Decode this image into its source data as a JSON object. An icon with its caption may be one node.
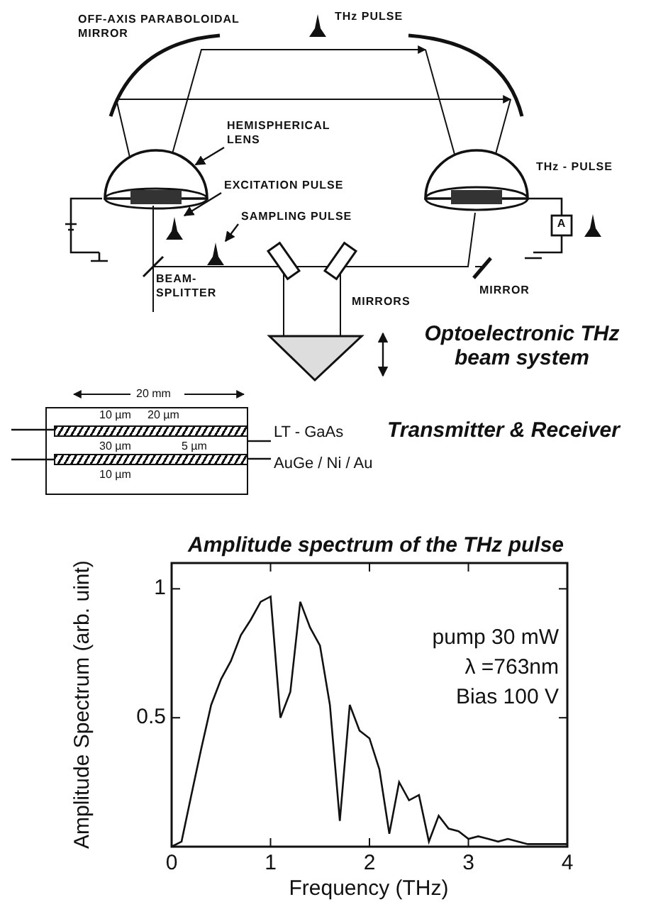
{
  "diagram": {
    "nodes": [
      {
        "text": [
          "HEMISPHERICAL LENS"
        ]
      },
      {
        "text": [],
        "shape": "dome"
      },
      {
        "text": [
          "EXCITATION PULSE"
        ]
      },
      {
        "text": [],
        "shape": "pulse"
      },
      {
        "text": [
          "SAMPLING PULSE"
        ]
      },
      {
        "text": [],
        "shape": "pulse"
      },
      {
        "text": [
          "LT - GaAs"
        ]
      },
      {
        "text": [],
        "shape": "box"
      },
      {
        "text": [
          "AuGe / Ni / Au"
        ]
      },
      {
        "text": [],
        "shape": "bar",
        "in": 7
      }
    ],
    "edges": [
      {
        "from": 0,
        "to": 1,
        "arrow": "to"
      },
      {
        "from": 2,
        "to": 3,
        "arrow": "to"
      },
      {
        "from": 4,
        "to": 5,
        "arrow": "to"
      },
      {
        "from": 6,
        "to": 7,
        "arrow": "none"
      },
      {
        "from": 8,
        "to": 9,
        "arrow": "none"
      }
    ],
    "labels": [
      "OFF-AXIS PARABOLOIDAL MIRROR",
      "THz PULSE",
      "THz - PULSE",
      "A",
      "BEAM-SPLITTER",
      "MIRRORS",
      "MIRROR",
      "Optoelectronic THz beam system",
      "20 mm",
      "10 µm",
      "20 µm",
      "30 µm",
      "5 µm",
      "10 µm",
      "Transmitter & Receiver"
    ],
    "chart_data": {
      "type": "line",
      "title": "Amplitude spectrum of the THz pulse",
      "xlabel": "Frequency (THz)",
      "ylabel": "Amplitude Spectrum (arb. uint)",
      "x": [
        0,
        0.1,
        0.2,
        0.3,
        0.4,
        0.5,
        0.6,
        0.7,
        0.8,
        0.9,
        1,
        1.1,
        1.2,
        1.3,
        1.4,
        1.5,
        1.6,
        1.7,
        1.8,
        1.9,
        2,
        2.1,
        2.2,
        2.3,
        2.4,
        2.5,
        2.6,
        2.7,
        2.8,
        2.9,
        3,
        3.1,
        3.2,
        3.3,
        3.4,
        3.5,
        3.6,
        3.7,
        3.8,
        3.9,
        4
      ],
      "series": [
        {
          "values": [
            0,
            0.02,
            0.2,
            0.38,
            0.55,
            0.65,
            0.72,
            0.82,
            0.88,
            0.95,
            0.97,
            0.5,
            0.6,
            0.95,
            0.85,
            0.78,
            0.55,
            0.1,
            0.55,
            0.45,
            0.42,
            0.3,
            0.05,
            0.25,
            0.18,
            0.2,
            0.02,
            0.12,
            0.07,
            0.06,
            0.03,
            0.04,
            0.03,
            0.02,
            0.03,
            0.02,
            0.01,
            0.01,
            0.01,
            0.01,
            0.01
          ]
        }
      ],
      "xlim": [
        0,
        4
      ],
      "ylim": [
        0,
        1.1
      ],
      "xticks": [
        0,
        1,
        2,
        3,
        4
      ],
      "yticks": [
        0.5,
        1
      ],
      "annotations": [
        "pump 30 mW",
        "λ =763nm",
        "Bias 100 V"
      ]
    }
  }
}
